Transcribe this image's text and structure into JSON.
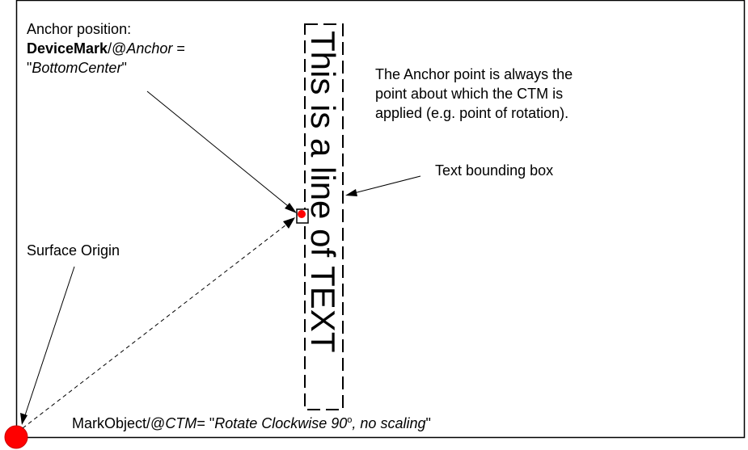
{
  "anchor_label": {
    "line1": "Anchor position:",
    "element": "DeviceMark",
    "sep": "/@",
    "attr": "Anchor",
    "eq": " =",
    "q_open": "\"",
    "value": "BottomCenter",
    "q_close": "\""
  },
  "anchor_note": {
    "line1": "The Anchor point is always the",
    "line2": "point about which the CTM is",
    "line3": "applied (e.g. point of rotation)."
  },
  "bbox_label": "Text bounding box",
  "origin_label": "Surface Origin",
  "rotated_text": "This is a line of TEXT",
  "ctm_label": {
    "element": "MarkObject",
    "sep": "/@",
    "attr": "CTM",
    "eq": "= \"",
    "value": "Rotate Clockwise 90",
    "deg": "o",
    "rest": ", no scaling",
    "q_close": "\""
  },
  "colors": {
    "marker": "#ff0000",
    "stroke": "#000000",
    "background": "#ffffff"
  }
}
